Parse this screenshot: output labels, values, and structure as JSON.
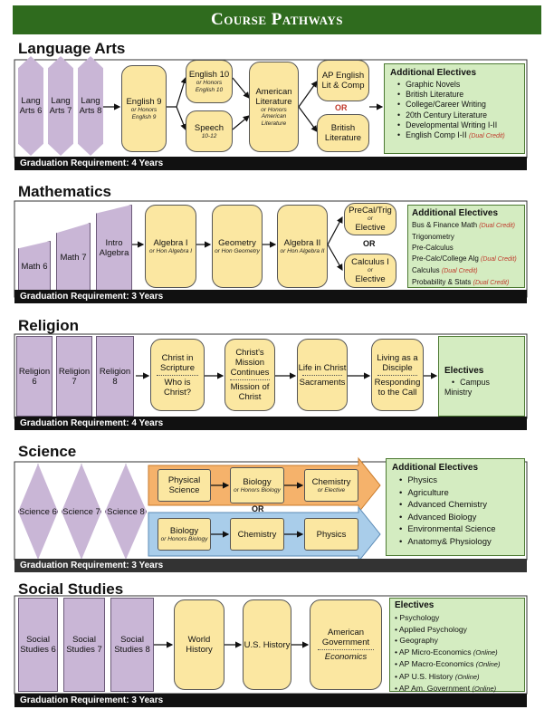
{
  "title": "Course Pathways",
  "language_arts": {
    "heading": "Language Arts",
    "grad": "Graduation Requirement: 4 Years",
    "lang6": "Lang Arts 6",
    "lang7": "Lang Arts 7",
    "lang8": "Lang Arts 8",
    "eng9": "English 9",
    "eng9_sub": "or Honors English 9",
    "eng10": "English 10",
    "eng10_sub": "or Honors English 10",
    "speech": "Speech",
    "speech_sub": "10-12",
    "amlit": "American Literature",
    "amlit_sub": "or Honors American Literature",
    "ap": "AP English Lit & Comp",
    "or": "OR",
    "brit": "British Literature",
    "electives_title": "Additional Electives",
    "electives": [
      "Graphic Novels",
      "British Literature",
      "College/Career Writing",
      "20th Century Literature",
      "Developmental Writing I-II",
      "English Comp I-II"
    ],
    "dual": "(Dual Credit)"
  },
  "mathematics": {
    "heading": "Mathematics",
    "grad": "Graduation Requirement: 3 Years",
    "math6": "Math 6",
    "math7": "Math 7",
    "intro": "Intro Algebra",
    "alg1": "Algebra I",
    "alg1_sub": "or Hon Algebra I",
    "geo": "Geometry",
    "geo_sub": "or Hon Geometry",
    "alg2": "Algebra II",
    "alg2_sub": "or Hon Algebra II",
    "precal": "PreCal/Trig",
    "precal_or": "or",
    "precal_el": "Elective",
    "or": "OR",
    "calc": "Calculus I",
    "calc_or": "or",
    "calc_el": "Elective",
    "electives_title": "Additional Electives",
    "electives": [
      "Bus & Finance Math",
      "Trigonometry",
      "Pre-Calculus",
      "Pre-Calc/College Alg",
      "Calculus",
      "Probability & Stats"
    ],
    "dual": "(Dual Credit)"
  },
  "religion": {
    "heading": "Religion",
    "grad": "Graduation Requirement: 4 Years",
    "rel6": "Religion 6",
    "rel7": "Religion 7",
    "rel8": "Religion 8",
    "c1a": "Christ in Scripture",
    "c1b": "Who is Christ?",
    "c2a": "Christ's Mission Continues",
    "c2b": "Mission of Christ",
    "c3a": "Life in Christ",
    "c3b": "Sacraments",
    "c4a": "Living as a Disciple",
    "c4b": "Responding to the Call",
    "electives_title": "Electives",
    "electives": [
      "Campus Ministry"
    ]
  },
  "science": {
    "heading": "Science",
    "grad": "Graduation Requirement: 3 Years",
    "sci6": "Science 6",
    "sci7": "Science 7",
    "sci8": "Science 8",
    "phys1": "Physical Science",
    "bio1": "Biology",
    "bio1_sub": "or Honors Biology",
    "chem1": "Chemistry",
    "chem1_sub": "or Elective",
    "or": "OR",
    "bio2": "Biology",
    "bio2_sub": "or Honors Biology",
    "chem2": "Chemistry",
    "phys2": "Physics",
    "electives_title": "Additional Electives",
    "electives": [
      "Physics",
      "Agriculture",
      "Advanced Chemistry",
      "Advanced Biology",
      "Environmental Science",
      "Anatomy& Physiology"
    ]
  },
  "social_studies": {
    "heading": "Social Studies",
    "grad": "Graduation Requirement: 3 Years",
    "ss6": "Social Studies 6",
    "ss7": "Social Studies 7",
    "ss8": "Social Studies 8",
    "world": "World History",
    "us": "U.S. History",
    "amgov": "American Government",
    "econ": "Economics",
    "electives_title": "Electives",
    "electives": [
      "Psychology",
      "Applied Psychology",
      "Geography",
      "AP Micro-Economics",
      "AP Macro-Economics",
      "AP U.S. History",
      "AP Am. Government"
    ],
    "online": "(Online)"
  },
  "colors": {
    "banner": "#2f6b1e",
    "purple": "#c9b6d6",
    "yellow": "#fbe7a1",
    "green": "#d4ecc1",
    "orange": "#f5b26b",
    "blue": "#a9cdea"
  }
}
